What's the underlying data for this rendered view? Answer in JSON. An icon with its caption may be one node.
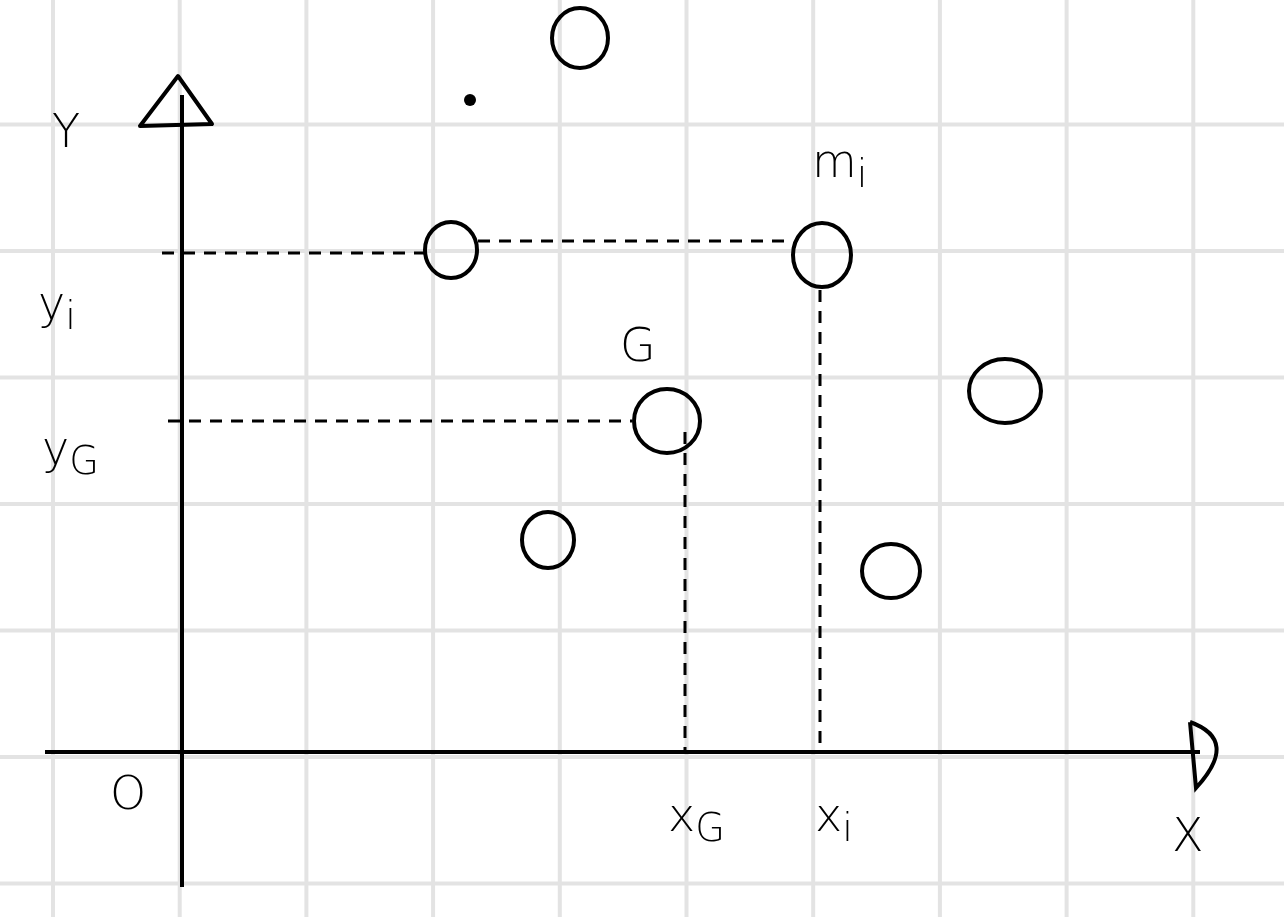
{
  "diagram": {
    "nodes": [
      {
        "text": [],
        "shape": "circle"
      },
      {
        "text": [],
        "shape": "circle"
      },
      {
        "text": [],
        "shape": "circle",
        "beside": [
          "m$_{i}$"
        ]
      },
      {
        "text": [],
        "shape": "circle",
        "beside": [
          "G"
        ]
      },
      {
        "text": [],
        "shape": "circle"
      },
      {
        "text": [],
        "shape": "circle"
      },
      {
        "text": [],
        "shape": "circle"
      }
    ],
    "labels": [
      "Y",
      "y$_{i}$",
      "y$_{G}$",
      "O",
      "x$_{G}$",
      "x$_{i}$",
      "X"
    ]
  }
}
